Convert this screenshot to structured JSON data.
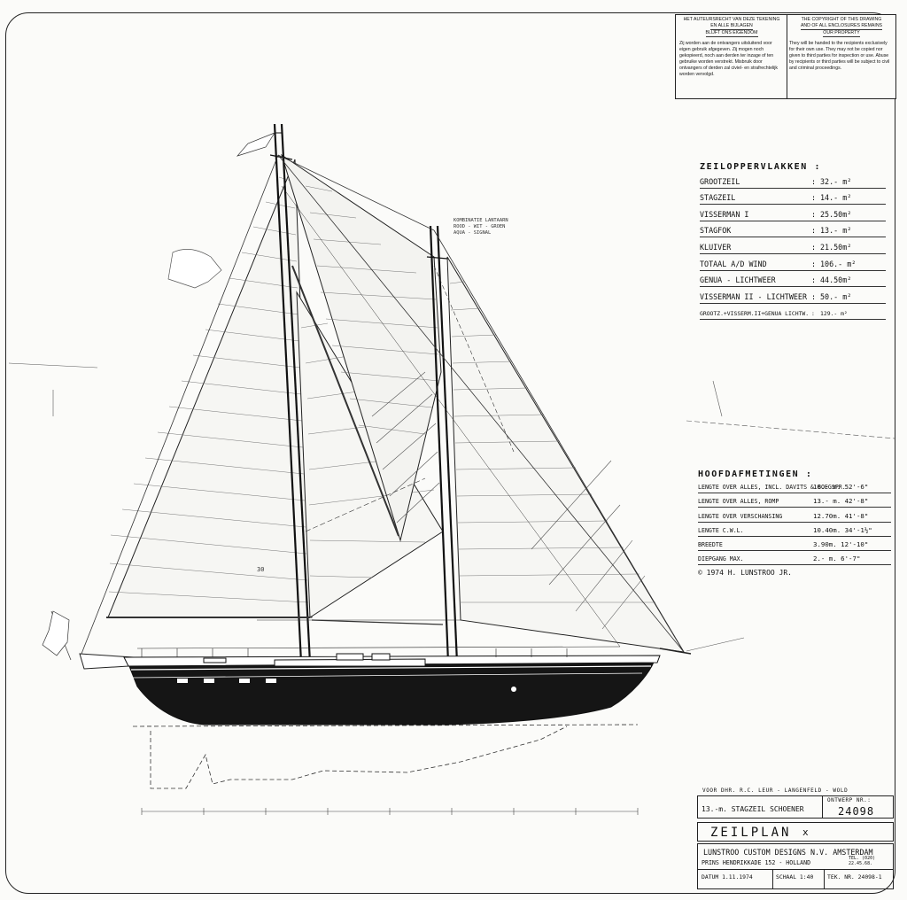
{
  "copyright": {
    "nl_title_1": "HET AUTEURSRECHT VAN DEZE TEKENING",
    "nl_title_2": "EN ALLE BIJLAGEN",
    "nl_title_3": "BLIJFT ONS EIGENDOM",
    "nl_body": "Zij worden aan de ontvangers uitsluitend voor eigen gebruik afgegeven. Zij mogen noch gekopieerd, noch aan derden ter inzage of ten gebruike worden verstrekt. Misbruik door ontvangers of derden zal civiel- en strafrechtelijk worden vervolgd.",
    "en_title_1": "THE COPYRIGHT OF THIS DRAWING",
    "en_title_2": "AND OF ALL ENCLOSURES REMAINS",
    "en_title_3": "OUR PROPERTY",
    "en_body": "They will be handed to the recipients exclusively for their own use. They may not be copied nor given to third parties for inspection or use. Abuse by recipients or third parties will be subject to civil and criminal proceedings."
  },
  "sail_areas": {
    "title": "ZEILOPPERVLAKKEN :",
    "rows": [
      {
        "name": "GROOTZEIL",
        "value": "32.- m²"
      },
      {
        "name": "STAGZEIL",
        "value": "14.- m²"
      },
      {
        "name": "VISSERMAN I",
        "value": "25.50m²"
      },
      {
        "name": "STAGFOK",
        "value": "13.- m²"
      },
      {
        "name": "KLUIVER",
        "value": "21.50m²"
      },
      {
        "name": "TOTAAL A/D WIND",
        "value": "106.- m²"
      },
      {
        "name": "GENUA - LICHTWEER",
        "value": "44.50m²"
      },
      {
        "name": "VISSERMAN II - LICHTWEER",
        "value": "50.- m²"
      },
      {
        "name": "GROOTZ.+VISSERM.II+GENUA LICHTW.",
        "value": "129.- m²"
      }
    ]
  },
  "main_dimensions": {
    "title": "HOOFDAFMETINGEN :",
    "rows": [
      {
        "name": "LENGTE OVER ALLES, INCL. DAVITS & BOEGSPR.",
        "value": "16.- m. 52'-6\""
      },
      {
        "name": "LENGTE OVER ALLES, ROMP",
        "value": "13.- m. 42'-8\""
      },
      {
        "name": "LENGTE OVER VERSCHANSING",
        "value": "12.70m. 41'-8\""
      },
      {
        "name": "LENGTE C.W.L.",
        "value": "10.40m. 34'-1½\""
      },
      {
        "name": "BREEDTE",
        "value": "3.90m. 12'-10\""
      },
      {
        "name": "DIEPGANG MAX.",
        "value": "2.- m. 6'-7\""
      }
    ],
    "copyright_line": "© 1974 H. LUNSTROO JR."
  },
  "annotations": {
    "combination_light_1": "KOMBINATIE LANTAARN",
    "combination_light_2": "ROOD - WIT - GROEN",
    "combination_light_3": "AQUA - SIGNAL",
    "grid_number": "30"
  },
  "title_block": {
    "client": "VOOR DHR. R.C. LEUR - LANGENFELD - WOLD",
    "description": "13.-m. STAGZEIL SCHOENER",
    "design_label": "ONTWERP NR.:",
    "design_number": "24098",
    "drawing_title": "ZEILPLAN",
    "drawing_mark": "x",
    "firm": "LUNSTROO CUSTOM DESIGNS N.V. AMSTERDAM",
    "address": "PRINS HENDRIKKADE 152 - HOLLAND",
    "tel_1": "TEL. (020)",
    "tel_2": "22.45.68.",
    "date": "DATUM 1.11.1974",
    "scale": "SCHAAL 1:40",
    "drawing_number": "TEK. NR. 24098-1"
  }
}
